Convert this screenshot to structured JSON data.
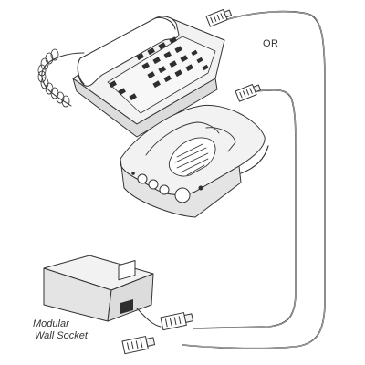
{
  "labels": {
    "or": "OR",
    "socket_line1": "Modular",
    "socket_line2": "Wall Socket"
  },
  "colors": {
    "ink": "#333333",
    "fill": "#f2f2f2",
    "shade": "#dcdcdc",
    "dark": "#2e2e2e"
  },
  "icons": {
    "telephone": "telephone-icon",
    "answering_machine": "answering-machine-icon",
    "wall_socket": "wall-socket-icon",
    "plug": "modular-plug-icon"
  }
}
